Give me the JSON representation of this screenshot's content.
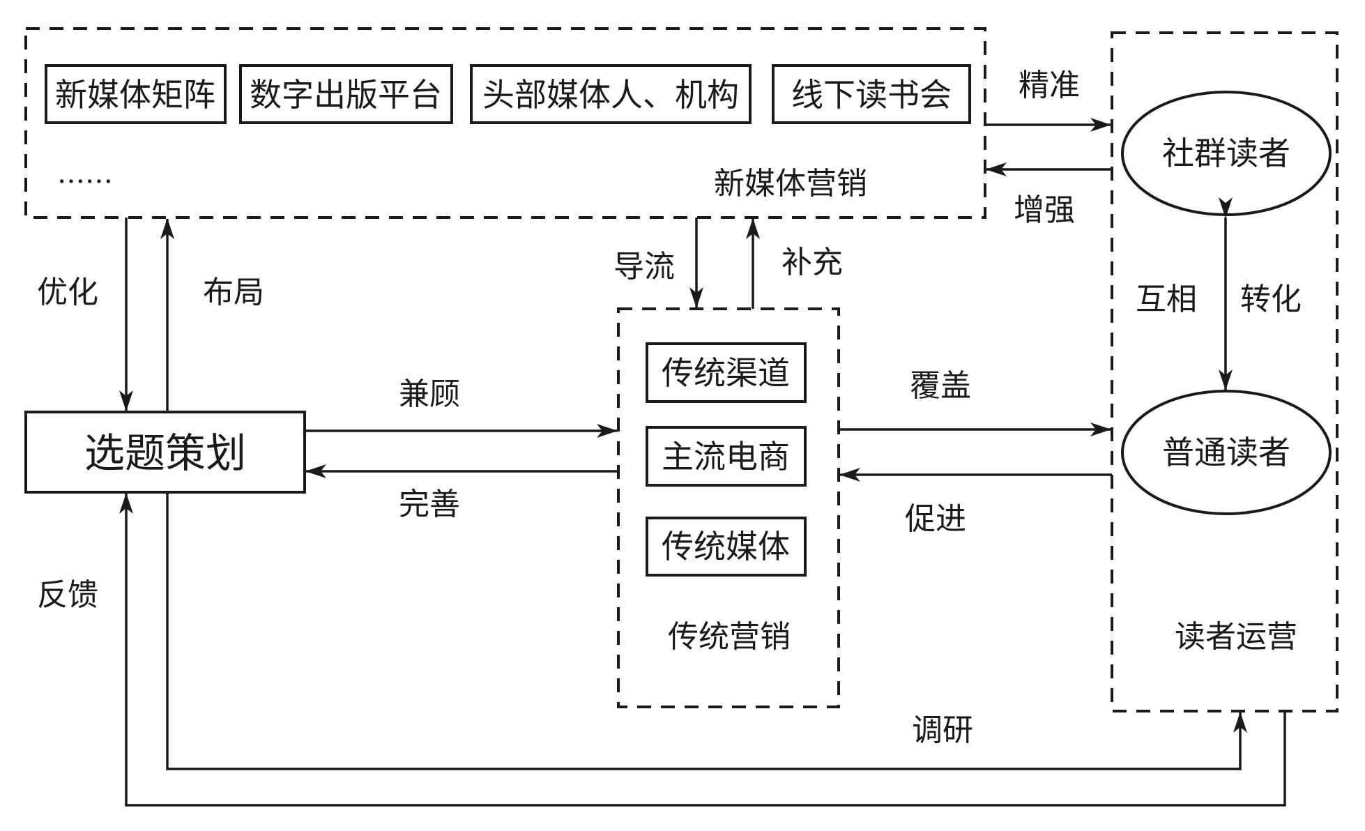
{
  "groups": {
    "new_media": {
      "title": "新媒体营销",
      "items": [
        "新媒体矩阵",
        "数字出版平台",
        "头部媒体人、机构",
        "线下读书会"
      ],
      "ellipsis": "……"
    },
    "traditional": {
      "title": "传统营销",
      "items": [
        "传统渠道",
        "主流电商",
        "传统媒体"
      ]
    },
    "reader_ops": {
      "title": "读者运营",
      "nodes": [
        "社群读者",
        "普通读者"
      ]
    }
  },
  "topic_planning": "选题策划",
  "edges": {
    "optimize": "优化",
    "layout": "布局",
    "guide_flow": "导流",
    "supplement": "补充",
    "precise": "精准",
    "enhance": "增强",
    "mutual": "互相",
    "convert": "转化",
    "balance": "兼顾",
    "improve": "完善",
    "cover": "覆盖",
    "promote": "促进",
    "feedback": "反馈",
    "research": "调研"
  }
}
